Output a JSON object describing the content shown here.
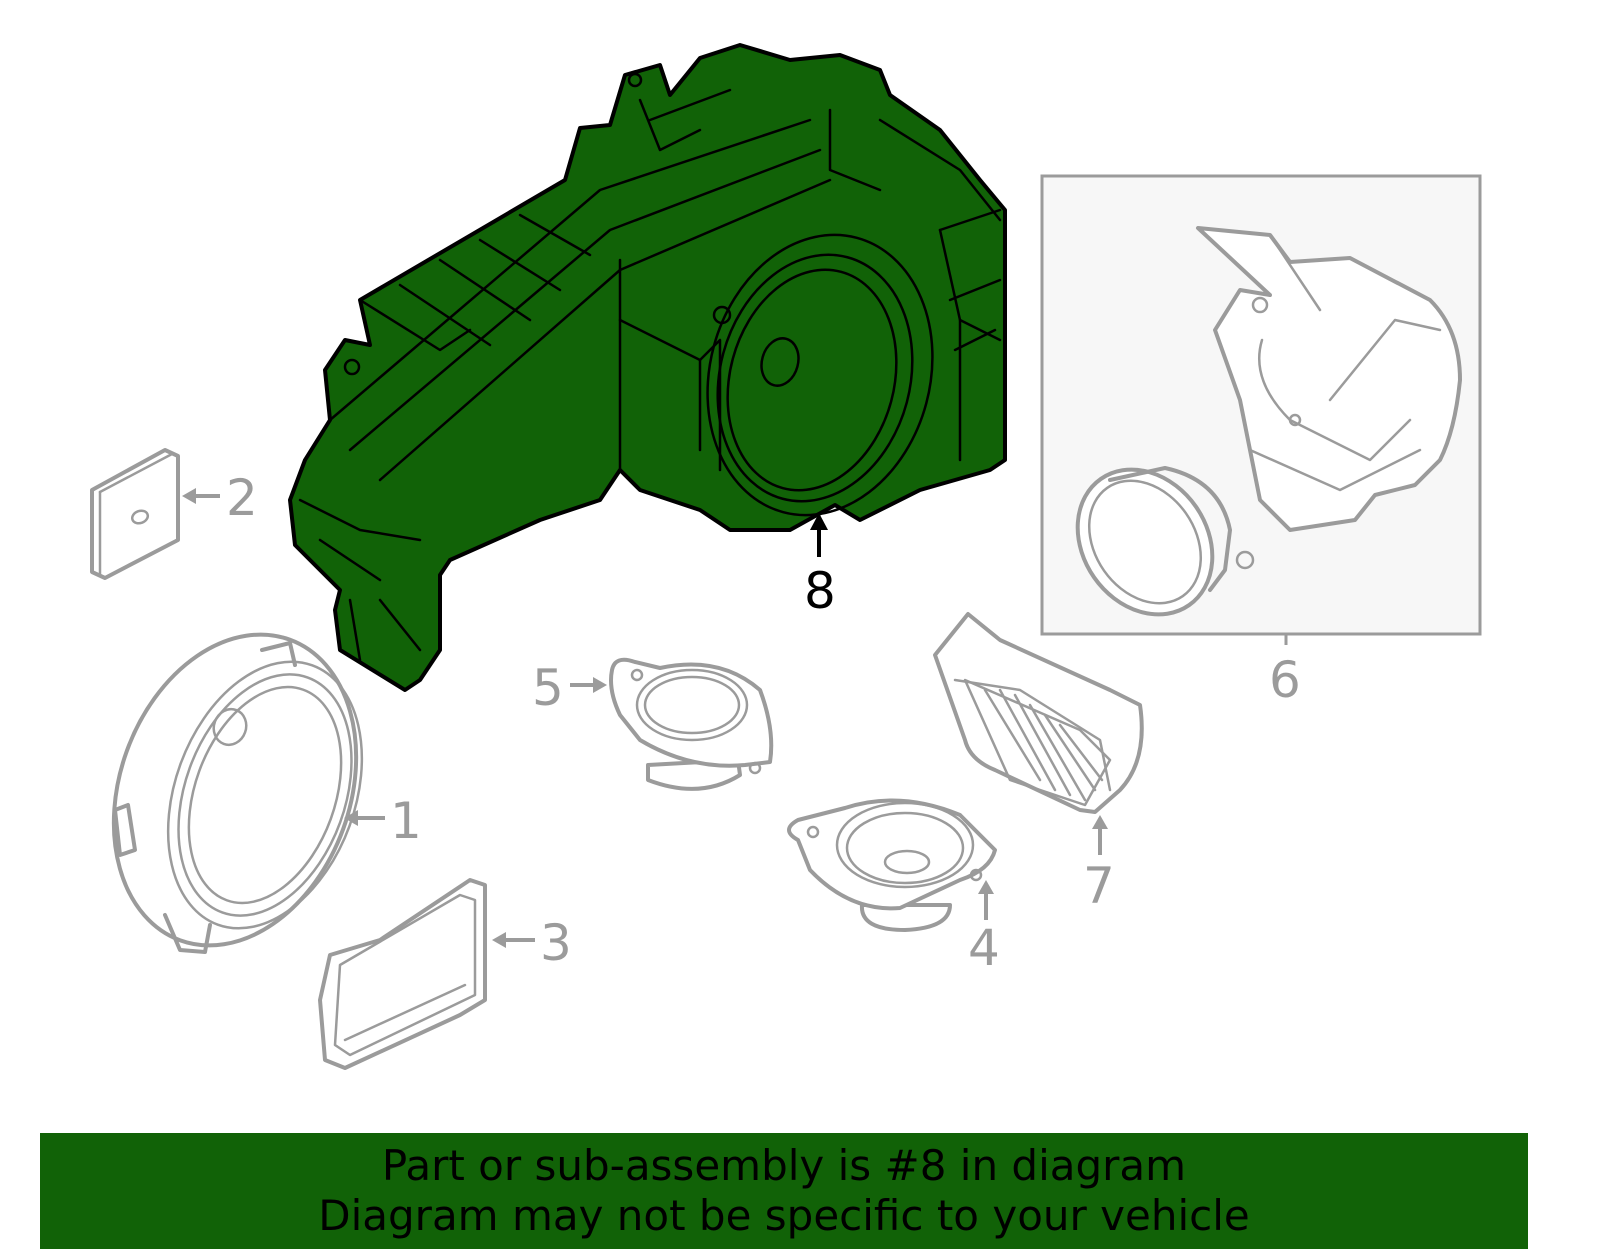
{
  "diagram": {
    "highlight_color": "#116207",
    "line_color_gray": "#9b9b9b",
    "inset_fill": "#f7f7f7",
    "highlighted_part": "8",
    "callouts": [
      {
        "id": "1",
        "label": "1"
      },
      {
        "id": "2",
        "label": "2"
      },
      {
        "id": "3",
        "label": "3"
      },
      {
        "id": "4",
        "label": "4"
      },
      {
        "id": "5",
        "label": "5"
      },
      {
        "id": "6",
        "label": "6"
      },
      {
        "id": "7",
        "label": "7"
      },
      {
        "id": "8",
        "label": "8"
      }
    ]
  },
  "banner": {
    "line1": "Part or sub-assembly is #8 in diagram",
    "line2": "Diagram may not be specific to your vehicle"
  }
}
